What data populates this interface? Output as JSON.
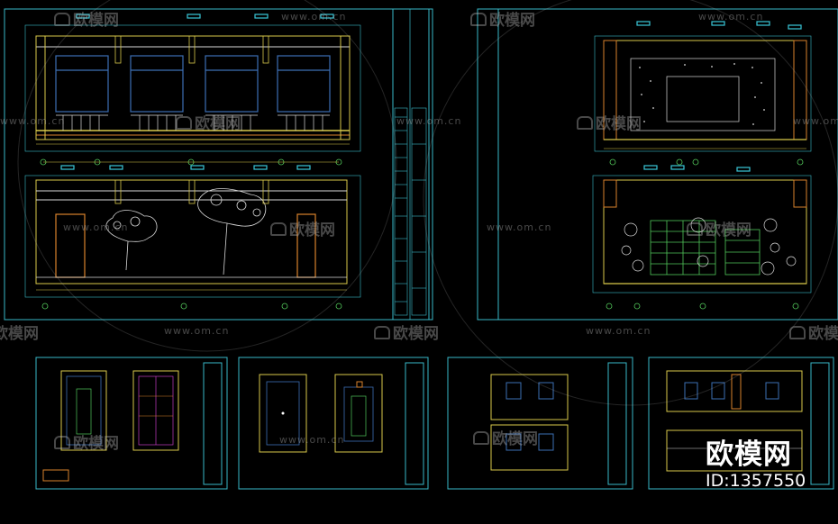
{
  "watermark": {
    "logo_text": "欧模网",
    "url_text": "www.om.cn",
    "logo_icon": "sofa-icon"
  },
  "brand": {
    "title": "欧模网",
    "id_text": "ID:1357550"
  },
  "colors": {
    "frame": "#39b9c8",
    "dim_yellow": "#d9c94a",
    "wall": "#3c6fb4",
    "ceiling": "#d8d8d8",
    "green": "#52c75a",
    "orange": "#d9822b",
    "magenta": "#c33cc3",
    "white": "#ffffff"
  }
}
